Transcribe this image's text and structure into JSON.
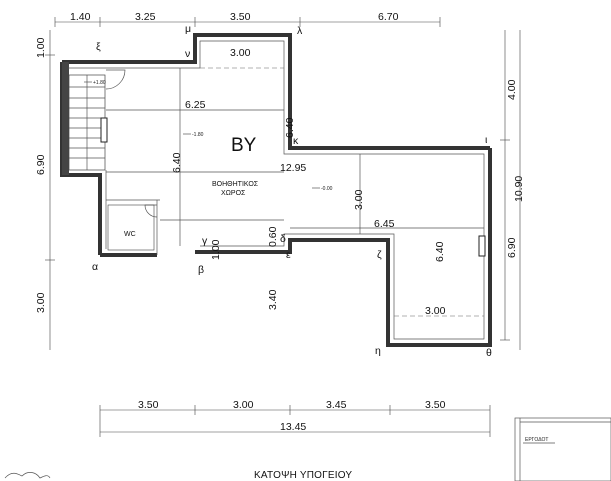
{
  "drawing": {
    "title": "ΚΑΤΟΨΗ ΥΠΟΓΕΙΟΥ",
    "room_code": "ΒΥ",
    "room_name_line1": "ΒΟΗΘΗΤΙΚΟΣ",
    "room_name_line2": "ΧΩΡΟΣ",
    "wc_label": "WC",
    "stamp_label": "ΕΡΓΟΔΟΤ",
    "level_marks": [
      "+1.80",
      "-1.80",
      "-0.00"
    ]
  },
  "dimensions": {
    "top": [
      "1.40",
      "3.25",
      "3.50",
      "6.70"
    ],
    "left": [
      "1.00",
      "6.90",
      "3.00"
    ],
    "right": [
      "4.00",
      "10.90",
      "6.90"
    ],
    "interior": {
      "a": "3.00",
      "b": "6.25",
      "c": "6.40",
      "d": "6.40",
      "e": "12.95",
      "f": "3.00",
      "g": "6.45",
      "h": "6.40",
      "i": "3.00",
      "j": "1.00",
      "k": "0.60",
      "l": "3.40"
    },
    "bottom_segments": [
      "3.50",
      "3.00",
      "3.45",
      "3.50"
    ],
    "bottom_total": "13.45"
  },
  "vertices": {
    "xi": "ξ",
    "mu": "μ",
    "nu": "ν",
    "lambda": "λ",
    "kappa": "κ",
    "iota": "ι",
    "alpha": "α",
    "beta": "β",
    "gamma": "γ",
    "delta": "δ",
    "epsilon": "ε",
    "zeta": "ζ",
    "eta": "η",
    "theta": "θ"
  }
}
